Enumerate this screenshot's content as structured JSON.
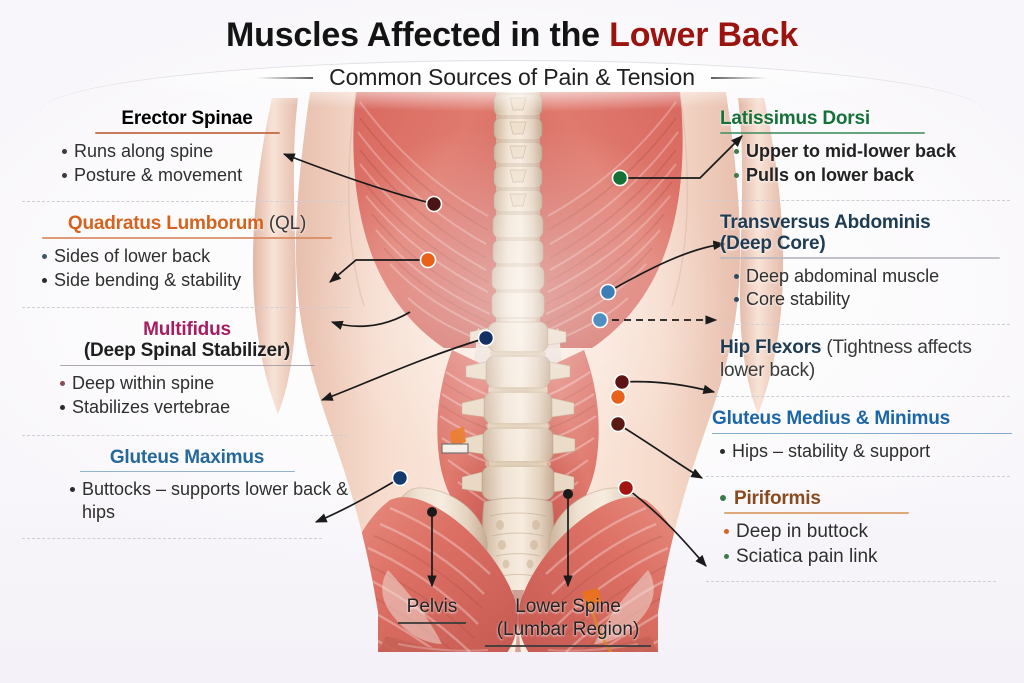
{
  "header": {
    "title_main": "Muscles Affected in the ",
    "title_accent": "Lower Back",
    "subtitle": "Common Sources of Pain & Tension"
  },
  "colors": {
    "erector_spinae": "#b01f16",
    "quadratus_lumborum": "#d4631f",
    "multifidus": "#a61d62",
    "gluteus_maximus": "#25699c",
    "latissimus_dorsi": "#15713a",
    "transversus_abdominis": "#203c52",
    "hip_flexors": "#203c52",
    "gluteus_medius": "#1c66a8",
    "piriformis": "#8a4a20",
    "neutral_text": "#2e2e2e",
    "title_accent": "#9c1410"
  },
  "left_column": [
    {
      "name": "Erector Spinae",
      "name_color": "#b01f16",
      "paren": "",
      "rule_color": "#c0643c",
      "align": "center",
      "bullets": [
        {
          "text": "Runs along spine",
          "dot": "#3a3a3a"
        },
        {
          "text": "Posture & movement",
          "dot": "#3a3a3a"
        }
      ]
    },
    {
      "name": "Quadratus Lumborum",
      "name_color": "#d4631f",
      "paren": " (QL)",
      "rule_color": "#d98a5e",
      "align": "center",
      "bullets": [
        {
          "text": "Sides of lower back",
          "dot": "#3d5560"
        },
        {
          "text": "Side bending & stability",
          "dot": "#2b2b2b"
        }
      ]
    },
    {
      "name": "Multifidus",
      "name_color": "#a61d62",
      "paren_line2": "(Deep Spinal Stabilizer)",
      "rule_color": "#9c9aa3",
      "align": "center",
      "bullets": [
        {
          "text": "Deep within spine",
          "dot": "#8c4a55"
        },
        {
          "text": "Stabilizes vertebrae",
          "dot": "#2b2b2b"
        }
      ]
    },
    {
      "name": "Gluteus Maximus",
      "name_color": "#25699c",
      "paren": "",
      "rule_color": "#7fa8c6",
      "align": "center",
      "bullets": [
        {
          "text": "Buttocks – supports lower back & hips",
          "dot": "#2b2b2b"
        }
      ]
    }
  ],
  "right_column": [
    {
      "name": "Latissimus Dorsi",
      "name_color": "#15713a",
      "paren": "",
      "rule_color": "#4e9468",
      "bullets": [
        {
          "text": "Upper to mid-lower back",
          "dot": "#3c7a4e"
        },
        {
          "text": "Pulls on lower back",
          "dot": "#3c7a4e"
        }
      ]
    },
    {
      "name": "Transversus Abdominis",
      "name_color": "#203c52",
      "paren_line2": "(Deep Core)",
      "rule_color": "#b9b7c0",
      "bullets": [
        {
          "text": "Deep abdominal muscle",
          "dot": "#2f4a5e"
        },
        {
          "text": "Core stability",
          "dot": "#2f4a5e"
        }
      ]
    },
    {
      "name": "Hip Flexors",
      "name_color": "#203c52",
      "paren_light": " (Tightness affects lower back)",
      "rule_color": "",
      "bullets": []
    },
    {
      "name": "Gluteus Medius & Minimus",
      "name_color": "#1c66a8",
      "paren": "",
      "rule_color": "#6f9ec4",
      "bullets": [
        {
          "text": "Hips – stability & support",
          "dot": "#2b2b2b"
        }
      ]
    },
    {
      "name": "Piriformis",
      "name_color": "#8a4a20",
      "paren": "",
      "rule_color": "#d99a62",
      "head_bullet": "#3c7a4e",
      "bullets": [
        {
          "text": "Deep in buttock",
          "dot": "#d4631f"
        },
        {
          "text": "Sciatica pain link",
          "dot": "#3c7a4e"
        }
      ]
    }
  ],
  "bottom_labels": [
    {
      "line1": "Pelvis",
      "line2": ""
    },
    {
      "line1": "Lower Spine",
      "line2": "(Lumbar Region)"
    }
  ],
  "markers": [
    {
      "id": "erector-spinae-marker",
      "color": "#4a1515"
    },
    {
      "id": "latissimus-dorsi-marker",
      "color": "#147034"
    },
    {
      "id": "quadratus-lumborum-marker",
      "color": "#e8621c"
    },
    {
      "id": "transversus-abdominis-marker",
      "color": "#3d7fb5"
    },
    {
      "id": "core-stability-marker",
      "color": "#4f8fc2"
    },
    {
      "id": "multifidus-marker",
      "color": "#132f63"
    },
    {
      "id": "hip-flexors-marker",
      "color": "#5c1414"
    },
    {
      "id": "hip-flexors-marker-2",
      "color": "#e8621c"
    },
    {
      "id": "gluteus-medius-marker",
      "color": "#5a1a12"
    },
    {
      "id": "piriformis-marker",
      "color": "#a31510"
    },
    {
      "id": "gluteus-maximus-marker",
      "color": "#123a6e"
    },
    {
      "id": "sciatic-marker",
      "color": "#e8721c"
    }
  ]
}
